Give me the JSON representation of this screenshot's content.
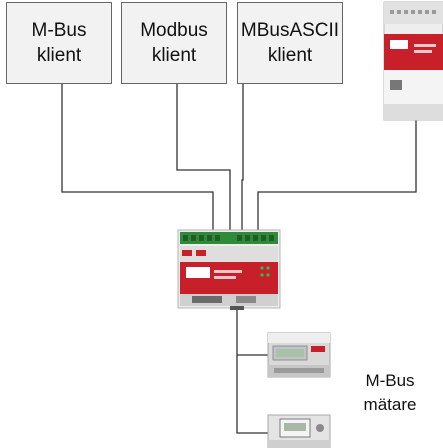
{
  "clients": [
    {
      "label": "M-Bus\nklient"
    },
    {
      "label": "Modbus\nklient"
    },
    {
      "label": "MBusASCII\nklient"
    }
  ],
  "meters_label": "M-Bus\nmätare",
  "colors": {
    "box_fill": "#f2f2f2",
    "box_border": "#666666",
    "wire": "#333333",
    "device_red": "#c8202a",
    "device_body": "#e8e8e8"
  }
}
